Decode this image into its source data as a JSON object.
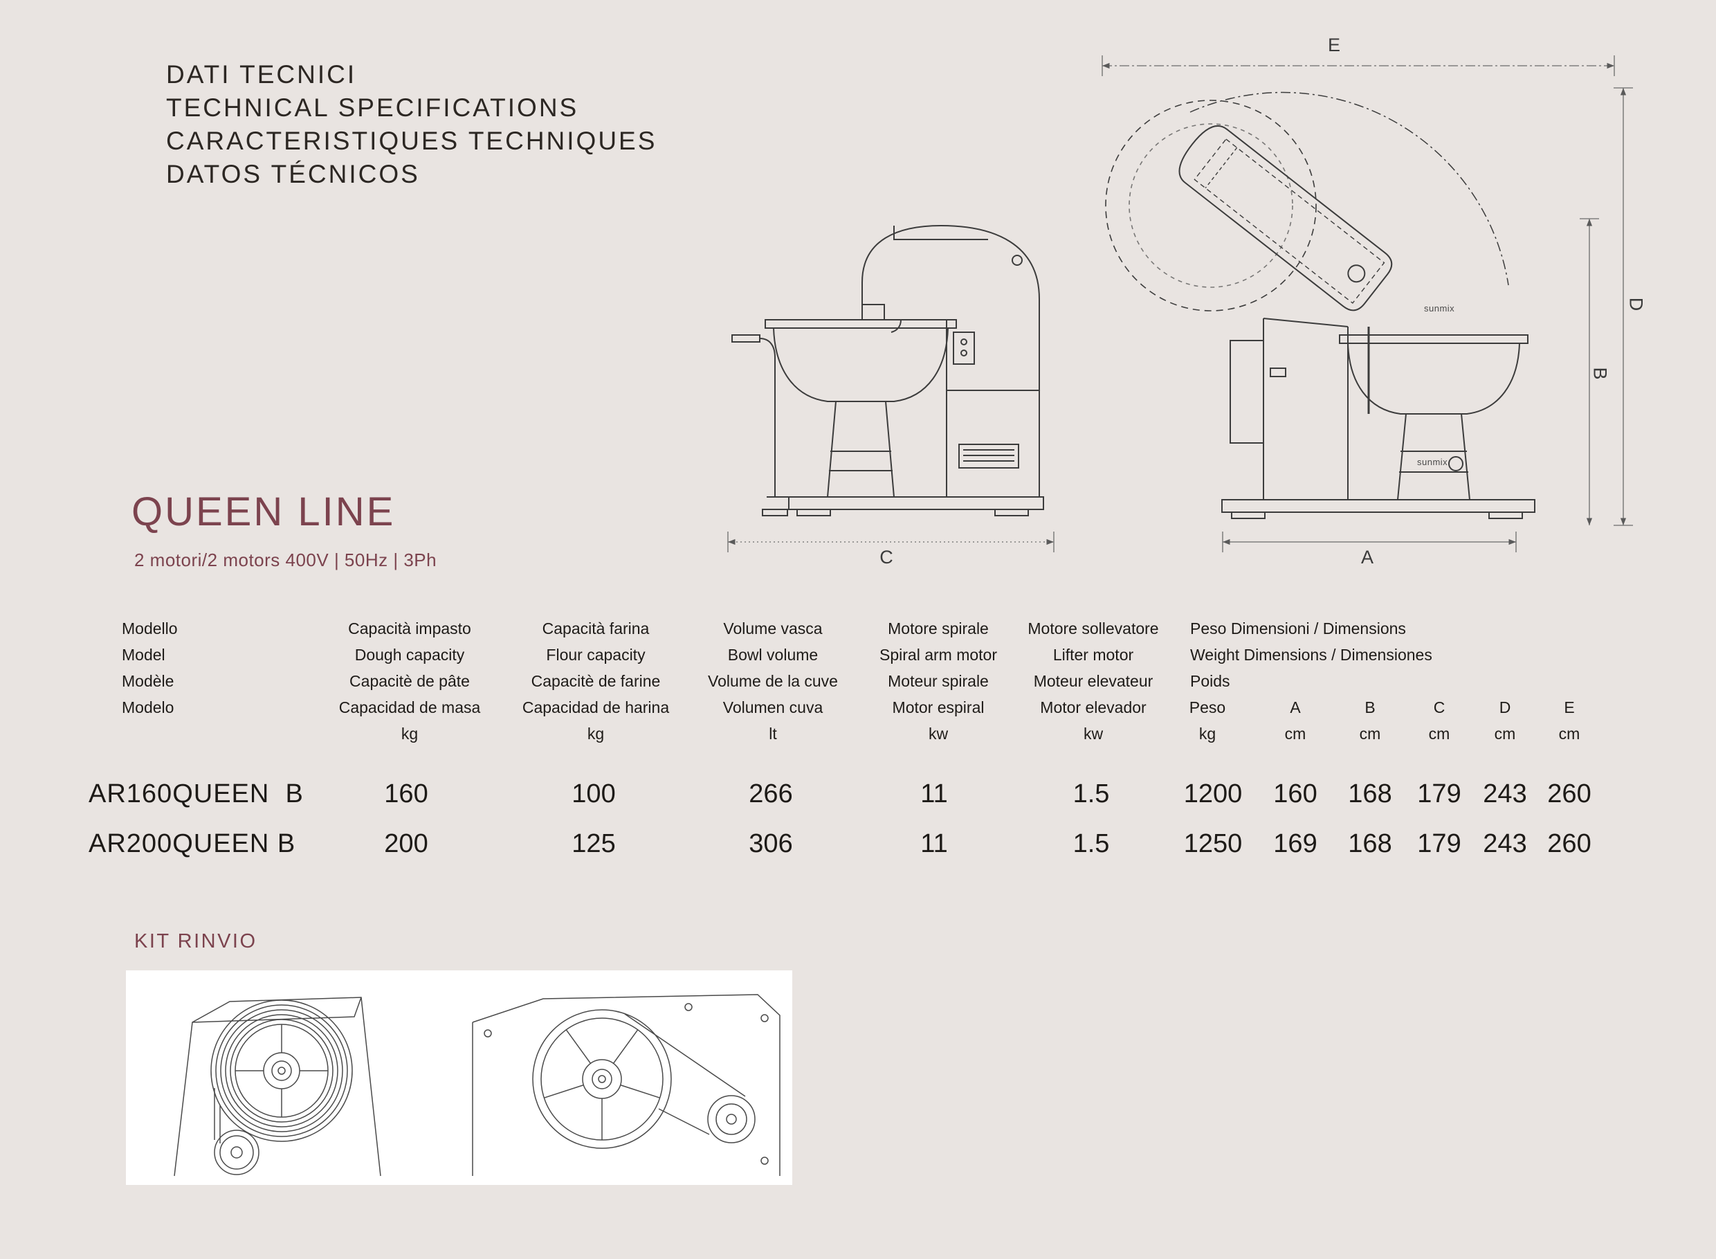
{
  "page": {
    "background": "#e9e4e1",
    "accent": "#7c434e",
    "text_color": "#29241f"
  },
  "header": {
    "line1": "DATI TECNICI",
    "line2": "TECHNICAL SPECIFICATIONS",
    "line3": "CARACTERISTIQUES TECHNIQUES",
    "line4": "DATOS TÉCNICOS"
  },
  "product": {
    "title": "QUEEN LINE",
    "subtitle": "2 motori/2 motors 400V | 50Hz | 3Ph",
    "brand": "sunmix"
  },
  "diagram": {
    "labels": {
      "A": "A",
      "B": "B",
      "C": "C",
      "D": "D",
      "E": "E"
    }
  },
  "table": {
    "columns": [
      {
        "l1": "Modello",
        "l2": "Model",
        "l3": "Modèle",
        "l4": "Modelo",
        "unit": ""
      },
      {
        "l1": "Capacità impasto",
        "l2": "Dough capacity",
        "l3": "Capacitè de pâte",
        "l4": "Capacidad de masa",
        "unit": "kg"
      },
      {
        "l1": "Capacità farina",
        "l2": "Flour capacity",
        "l3": "Capacitè de farine",
        "l4": "Capacidad de harina",
        "unit": "kg"
      },
      {
        "l1": "Volume vasca",
        "l2": "Bowl volume",
        "l3": "Volume de la cuve",
        "l4": "Volumen cuva",
        "unit": "lt"
      },
      {
        "l1": "Motore spirale",
        "l2": "Spiral arm motor",
        "l3": "Moteur spirale",
        "l4": "Motor espiral",
        "unit": "kw"
      },
      {
        "l1": "Motore sollevatore",
        "l2": "Lifter motor",
        "l3": "Moteur elevateur",
        "l4": "Motor elevador",
        "unit": "kw"
      }
    ],
    "dims": {
      "l1": "Peso Dimensioni / Dimensions",
      "l2": "Weight Dimensions / Dimensiones",
      "l3": "Poids",
      "peso": "Peso",
      "peso_unit": "kg",
      "a": "A",
      "b": "B",
      "c": "C",
      "d": "D",
      "e": "E",
      "cm": "cm"
    },
    "rows": [
      {
        "model": "AR160QUEEN  B",
        "dough": "160",
        "flour": "100",
        "bowl": "266",
        "spiral": "11",
        "lifter": "1.5",
        "weight": "1200",
        "a": "160",
        "b": "168",
        "c": "179",
        "d": "243",
        "e": "260"
      },
      {
        "model": "AR200QUEEN B",
        "dough": "200",
        "flour": "125",
        "bowl": "306",
        "spiral": "11",
        "lifter": "1.5",
        "weight": "1250",
        "a": "169",
        "b": "168",
        "c": "179",
        "d": "243",
        "e": "260"
      }
    ]
  },
  "kit": {
    "title": "KIT RINVIO"
  }
}
